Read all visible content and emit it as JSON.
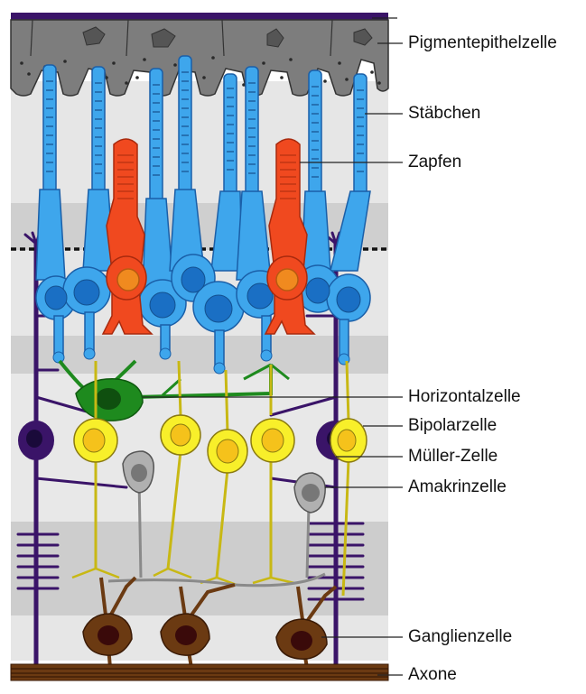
{
  "labels": {
    "pigment": "Pigmentepithelzelle",
    "rods": "Stäbchen",
    "cones": "Zapfen",
    "horizontal": "Horizontalzelle",
    "bipolar": "Bipolarzelle",
    "mueller": "Müller-Zelle",
    "amacrine": "Amakrinzelle",
    "ganglion": "Ganglienzelle",
    "axons": "Axone"
  },
  "colors": {
    "rod": "#3ea6ec",
    "rod_dark": "#1a6fc4",
    "cone": "#f0491f",
    "cone_nucleus": "#f08a1f",
    "bipolar": "#f8ef2a",
    "bipolar_nucleus": "#f5c21b",
    "horizontal": "#1e8a1e",
    "amacrine": "#a8a8a8",
    "mueller": "#3a1468",
    "ganglion": "#6b3a12",
    "pigment": "#7a7a7a",
    "band_light": "#e4e4e4",
    "band_dark": "#cdcdcd"
  },
  "icons": {
    "leader_line": "straight-line"
  }
}
